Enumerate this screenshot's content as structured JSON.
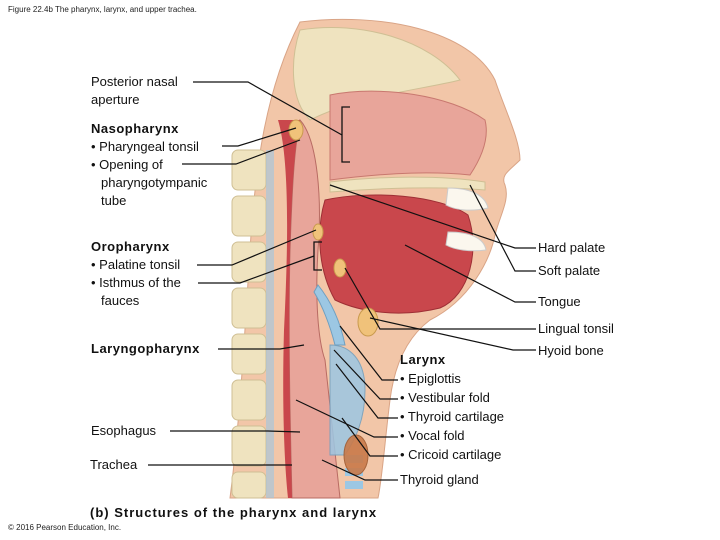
{
  "figure_title": "Figure 22.4b The pharynx, larynx, and upper trachea.",
  "caption": "(b) Structures of the pharynx and larynx",
  "copyright": "© 2016 Pearson Education, Inc.",
  "labels": {
    "posterior_nasal_aperture": [
      "Posterior nasal",
      "aperture"
    ],
    "nasopharynx": {
      "heading": "Nasopharynx",
      "items": [
        "• Pharyngeal tonsil",
        "• Opening of",
        "pharyngotympanic",
        "tube"
      ]
    },
    "oropharynx": {
      "heading": "Oropharynx",
      "items": [
        "• Palatine tonsil",
        "• Isthmus of the",
        "fauces"
      ]
    },
    "laryngopharynx": "Laryngopharynx",
    "esophagus": "Esophagus",
    "trachea": "Trachea",
    "hard_palate": "Hard palate",
    "soft_palate": "Soft palate",
    "tongue": "Tongue",
    "lingual_tonsil": "Lingual tonsil",
    "hyoid_bone": "Hyoid bone",
    "larynx": {
      "heading": "Larynx",
      "items": [
        "• Epiglottis",
        "• Vestibular fold",
        "• Thyroid cartilage",
        "• Vocal fold",
        "• Cricoid cartilage"
      ]
    },
    "thyroid_gland": "Thyroid gland"
  },
  "colors": {
    "skin": "#f2c6a8",
    "muscle": "#c9474c",
    "bone": "#efe3bf",
    "cartilage": "#9cc7e3",
    "tonsil": "#f0c27a",
    "airway": "#e8a59a"
  }
}
